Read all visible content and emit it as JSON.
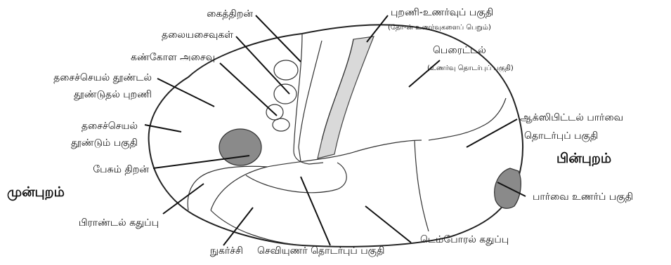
{
  "labels": {
    "handskill": "கைத்திறன்",
    "head_movements": "தலையசைவுகள்",
    "eye_movement": "கண்கோள அசைவு",
    "motor_assoc_1": "தசைச்செயல் தூண்டல்",
    "motor_assoc_2": "தூண்டுதல் புறணி",
    "motor_area_1": "தசைச்செயல்",
    "motor_area_2": "தூண்டும் பகுதி",
    "speech": "பேசும் திறன்",
    "front": "முன்புறம்",
    "frontal_lobe": "பிராண்டல் கதுப்பு",
    "smell": "நுகர்ச்சி",
    "auditory_assoc": "செவியுணர் தொடர்புப் பகுதி",
    "temporal_lobe": "டெம்போரல் கதுப்பு",
    "visual_area": "பார்வை உணர்ப் பகுதி",
    "back": "பின்புறம்",
    "occipital_visual_1": "ஆக்ஸிபிட்டல் பார்வை",
    "occipital_visual_2": "தொடர்புப் பகுதி",
    "parietal": "பெரைட்டல்",
    "parietal_sub": "(உணர்வு தொடர்புப் பகுதி)",
    "sensory_cortex": "புறணி-உணர்வுப் பகுதி",
    "sensory_cortex_sub": "(தோ-ன் உணர்வுகளைப் பெறும்)"
  }
}
